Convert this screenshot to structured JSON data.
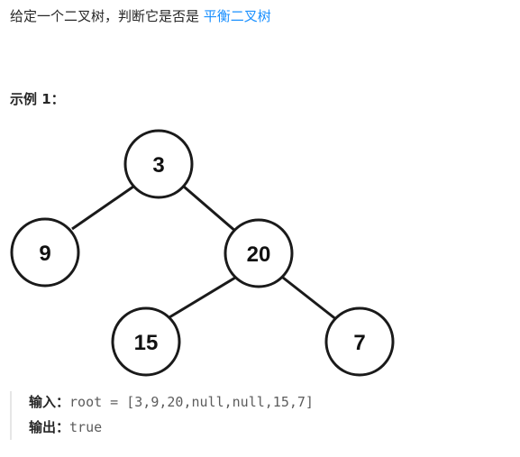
{
  "statement": {
    "text": "给定一个二叉树，判断它是否是 ",
    "link_text": "平衡二叉树"
  },
  "example": {
    "heading": "示例 1："
  },
  "tree": {
    "nodes": [
      {
        "id": "n3",
        "label": "3"
      },
      {
        "id": "n9",
        "label": "9"
      },
      {
        "id": "n20",
        "label": "20"
      },
      {
        "id": "n15",
        "label": "15"
      },
      {
        "id": "n7",
        "label": "7"
      }
    ]
  },
  "io": {
    "input_key": "输入：",
    "input_value": "root = [3,9,20,null,null,15,7]",
    "output_key": "输出：",
    "output_value": "true"
  },
  "colors": {
    "link": "#1a90ff",
    "text": "#262626",
    "code": "#5c5c5c"
  }
}
